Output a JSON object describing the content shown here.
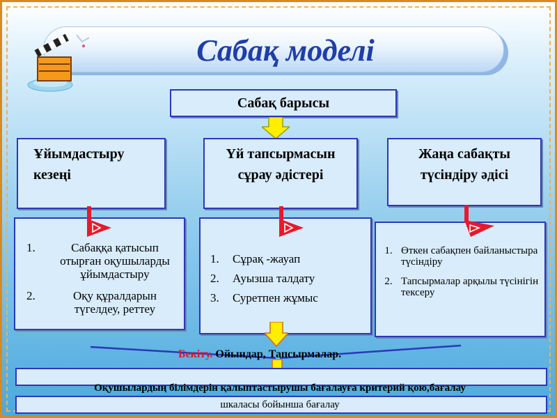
{
  "title": "Сабақ моделі",
  "process_label": "Сабақ барысы",
  "columns": [
    {
      "header_line1": "Ұйымдастыру",
      "header_line2": "кезеңі",
      "items": [
        {
          "num": "1.",
          "text": "Сабаққа қатысып отырған оқушыларды ұйымдастыру"
        },
        {
          "num": "2.",
          "text": "Оқу құралдарын түгелдеу, реттеу"
        }
      ]
    },
    {
      "header_line1": "Үй тапсырмасын",
      "header_line2": "сұрау әдістері",
      "items": [
        {
          "num": "1.",
          "text": "Сұрақ -жауап"
        },
        {
          "num": "2.",
          "text": "Ауызша талдату"
        },
        {
          "num": "3.",
          "text": "Суретпен жұмыс"
        }
      ]
    },
    {
      "header_line1": "Жаңа сабақты",
      "header_line2": "түсіндіру әдісі",
      "items": [
        {
          "num": "1.",
          "text": "Өткен сабақпен байланыстыра түсіндіру"
        },
        {
          "num": "2.",
          "text": "Тапсырмалар арқылы түсінігін тексеру"
        }
      ]
    }
  ],
  "consolidation": {
    "label": "Бекіту.",
    "text": "Ойындар, Тапсырмалар."
  },
  "assessment": {
    "line1": "Оқушылардың білімдерін қалыптастырушы бағалауға критерий қою,бағалау",
    "line2": "шкаласы бойынша бағалау"
  },
  "colors": {
    "title": "#1f3ea8",
    "border": "#2b37b8",
    "arrow_red": "#e8192c",
    "arrow_yellow": "#ffee00",
    "label_red": "#d8192a"
  },
  "icons": [
    "clapperboard-icon",
    "yellow-down-arrow-icon",
    "red-play-arrow-icon"
  ]
}
